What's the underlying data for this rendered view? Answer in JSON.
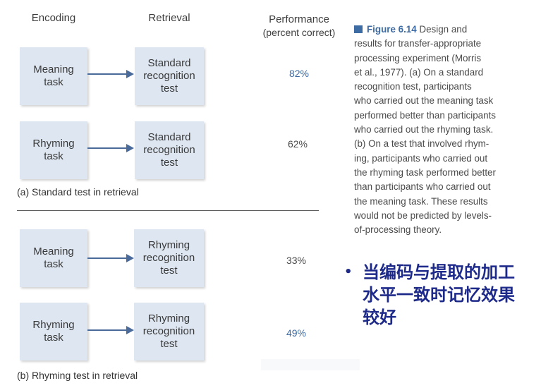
{
  "headers": {
    "encoding": "Encoding",
    "retrieval": "Retrieval",
    "performance_line1": "Performance",
    "performance_line2": "(percent correct)"
  },
  "section_a": {
    "label": "(a) Standard test in retrieval",
    "rows": [
      {
        "encoding_line1": "Meaning",
        "encoding_line2": "task",
        "retrieval_line1": "Standard",
        "retrieval_line2": "recognition",
        "retrieval_line3": "test",
        "performance": "82%"
      },
      {
        "encoding_line1": "Rhyming",
        "encoding_line2": "task",
        "retrieval_line1": "Standard",
        "retrieval_line2": "recognition",
        "retrieval_line3": "test",
        "performance": "62%"
      }
    ]
  },
  "section_b": {
    "label": "(b) Rhyming test in retrieval",
    "rows": [
      {
        "encoding_line1": "Meaning",
        "encoding_line2": "task",
        "retrieval_line1": "Rhyming",
        "retrieval_line2": "recognition",
        "retrieval_line3": "test",
        "performance": "33%"
      },
      {
        "encoding_line1": "Rhyming",
        "encoding_line2": "task",
        "retrieval_line1": "Rhyming",
        "retrieval_line2": "recognition",
        "retrieval_line3": "test",
        "performance": "49%"
      }
    ]
  },
  "caption": {
    "figure_label": "Figure 6.14",
    "lines": [
      " Design and",
      "results for transfer-appropriate",
      "processing experiment (Morris",
      "et al., 1977). (a) On a standard",
      "recognition test, participants",
      "who carried out the meaning task",
      "performed better than participants",
      "who carried out the rhyming task.",
      "(b) On a test that involved rhym-",
      "ing, participants who carried out",
      "the rhyming task performed better",
      "than participants who carried out",
      "the meaning task. These results",
      "would not be predicted by levels-",
      "of-processing theory."
    ]
  },
  "bullet": {
    "symbol": "•",
    "line1": "当编码与提取的加工",
    "line2": "水平一致时记忆效果",
    "line3": "较好"
  },
  "colors": {
    "box_fill": "#dde6f1",
    "arrow": "#4a6a9a",
    "accent_blue": "#3d6ba3",
    "bullet_text": "#1e2a8a"
  }
}
